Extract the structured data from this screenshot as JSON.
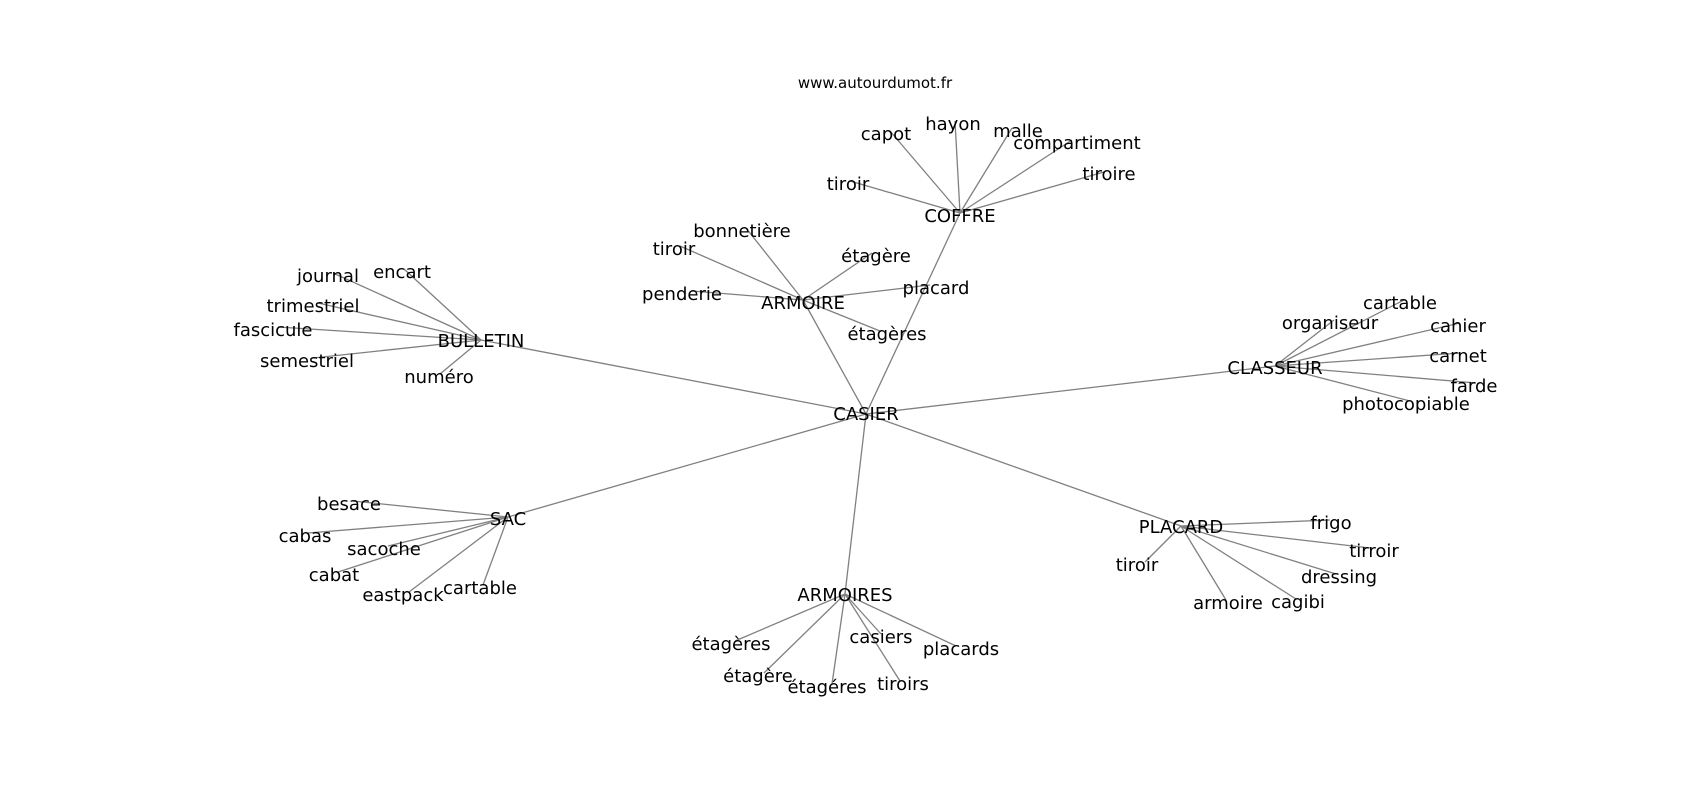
{
  "site": "www.autourdumot.fr",
  "colors": {
    "edge": "#808080",
    "text": "#000000",
    "background": "#ffffff"
  },
  "center": {
    "label": "CASIER"
  },
  "clusters": [
    {
      "label": "COFFRE",
      "words": [
        "capot",
        "hayon",
        "malle",
        "compartiment",
        "tiroire",
        "tiroir"
      ]
    },
    {
      "label": "ARMOIRE",
      "words": [
        "bonnetière",
        "tiroir",
        "étagère",
        "penderie",
        "placard",
        "étagères"
      ]
    },
    {
      "label": "BULLETIN",
      "words": [
        "journal",
        "encart",
        "trimestriel",
        "fascicule",
        "semestriel",
        "numéro"
      ]
    },
    {
      "label": "CLASSEUR",
      "words": [
        "cartable",
        "organiseur",
        "cahier",
        "carnet",
        "farde",
        "photocopiable"
      ]
    },
    {
      "label": "SAC",
      "words": [
        "besace",
        "cabas",
        "sacoche",
        "cabat",
        "eastpack",
        "cartable"
      ]
    },
    {
      "label": "PLACARD",
      "words": [
        "frigo",
        "tirroir",
        "dressing",
        "tiroir",
        "armoire",
        "cagibi"
      ]
    },
    {
      "label": "ARMOIRES",
      "words": [
        "étagères",
        "casiers",
        "placards",
        "étagère",
        "étagéres",
        "tiroirs"
      ]
    }
  ]
}
